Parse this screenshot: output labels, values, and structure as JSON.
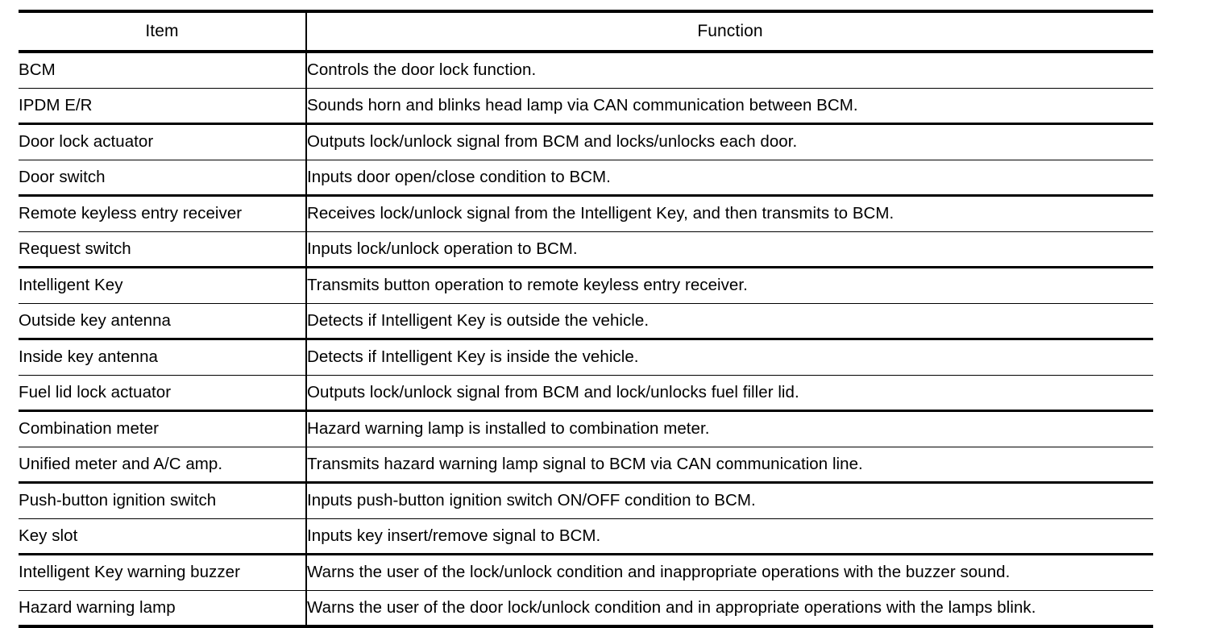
{
  "table": {
    "columns": [
      {
        "key": "item",
        "header": "Item",
        "align": "center"
      },
      {
        "key": "function",
        "header": "Function",
        "align": "center"
      }
    ],
    "rows": [
      {
        "item": "BCM",
        "function": "Controls the door lock function."
      },
      {
        "item": "IPDM E/R",
        "function": "Sounds horn and blinks head lamp via CAN communication between BCM."
      },
      {
        "item": "Door lock actuator",
        "function": "Outputs lock/unlock signal from BCM and locks/unlocks each door."
      },
      {
        "item": "Door switch",
        "function": "Inputs door open/close condition to BCM."
      },
      {
        "item": "Remote keyless entry receiver",
        "function": "Receives lock/unlock signal from the Intelligent Key, and then transmits to BCM."
      },
      {
        "item": "Request switch",
        "function": "Inputs lock/unlock operation to BCM."
      },
      {
        "item": "Intelligent Key",
        "function": "Transmits button operation to remote keyless entry receiver."
      },
      {
        "item": "Outside key antenna",
        "function": "Detects if Intelligent Key is outside the vehicle."
      },
      {
        "item": "Inside key antenna",
        "function": "Detects if Intelligent Key is inside the vehicle."
      },
      {
        "item": "Fuel lid lock actuator",
        "function": "Outputs lock/unlock signal from BCM and lock/unlocks fuel filler lid."
      },
      {
        "item": "Combination meter",
        "function": "Hazard warning lamp is installed to combination meter."
      },
      {
        "item": "Unified meter and A/C amp.",
        "function": "Transmits hazard warning lamp signal to BCM via CAN communication line."
      },
      {
        "item": "Push-button ignition switch",
        "function": "Inputs push-button ignition switch ON/OFF condition to BCM."
      },
      {
        "item": "Key slot",
        "function": "Inputs key insert/remove signal to BCM."
      },
      {
        "item": "Intelligent Key warning buzzer",
        "function": "Warns the user of the lock/unlock condition and inappropriate operations with the buzzer sound."
      },
      {
        "item": "Hazard warning lamp",
        "function": "Warns the user of the door lock/unlock condition and in appropriate operations with the lamps blink."
      }
    ]
  },
  "colors": {
    "rule": "#000000",
    "text": "#000000",
    "background": "#ffffff"
  }
}
